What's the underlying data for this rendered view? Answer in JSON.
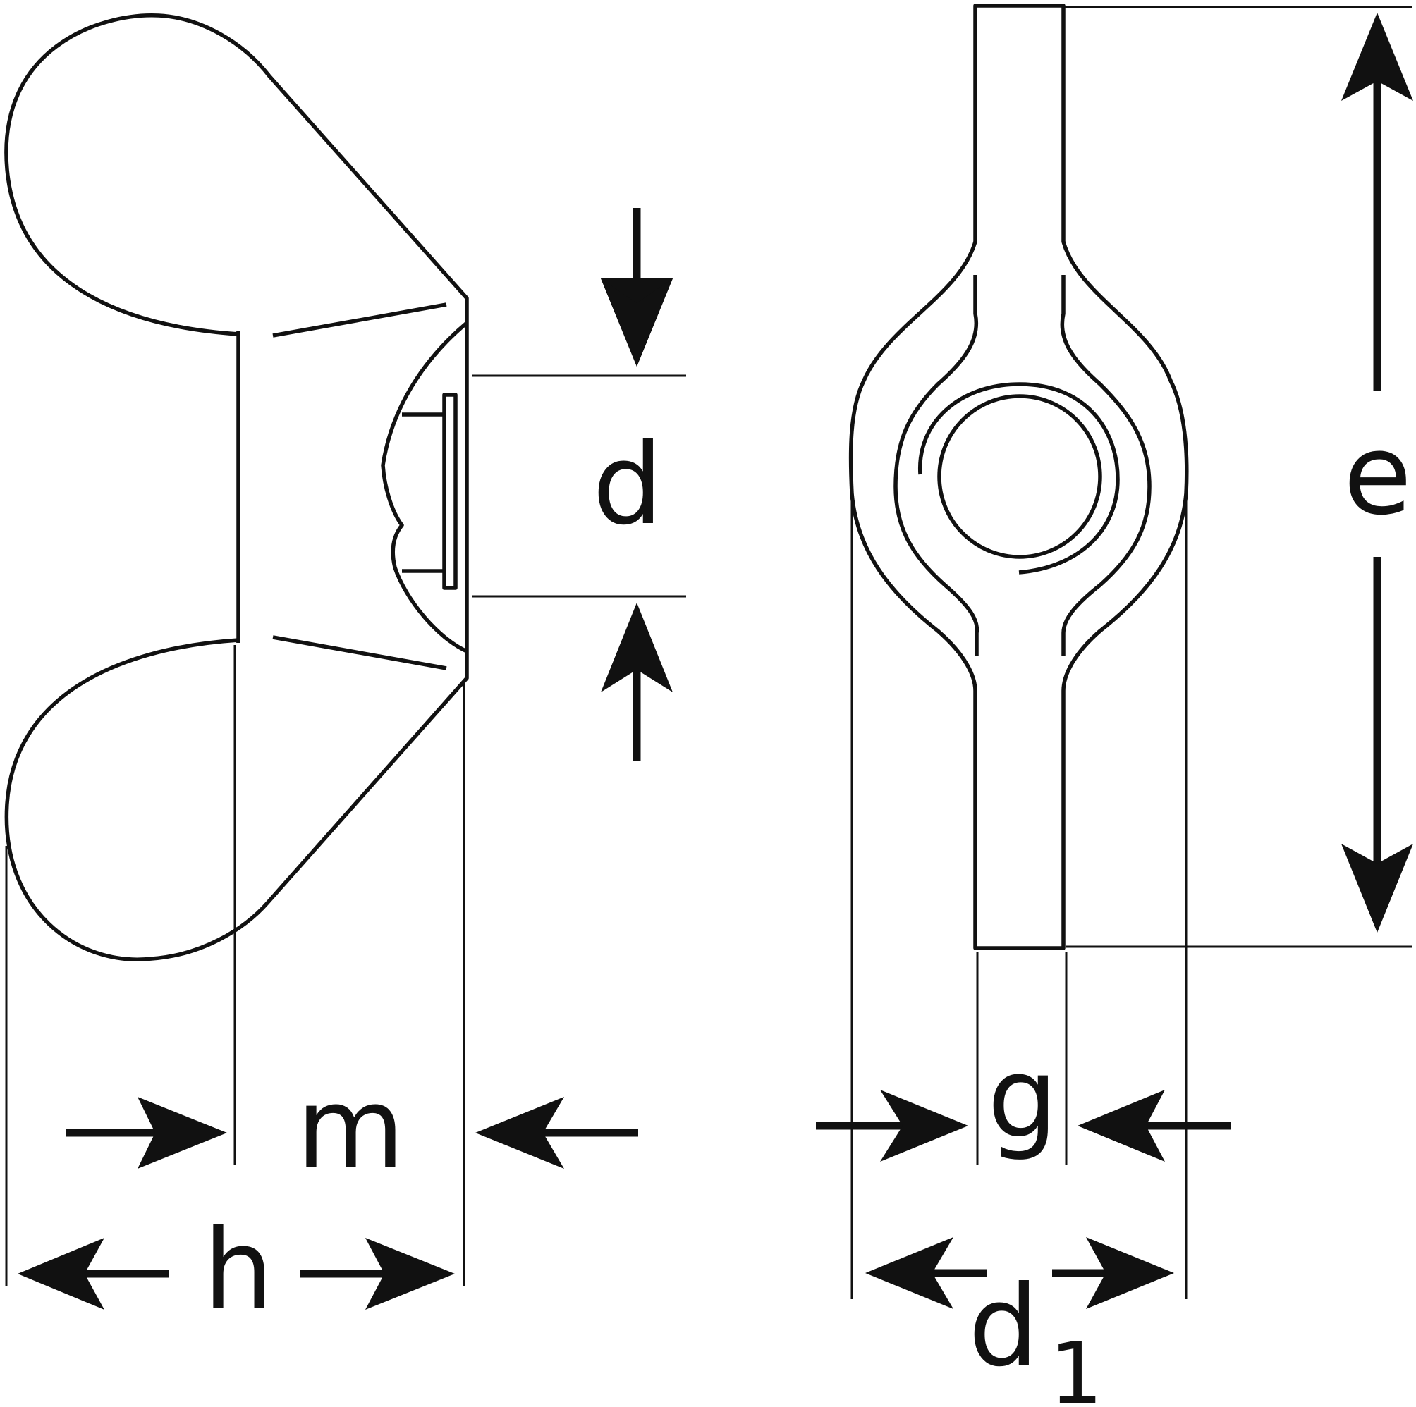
{
  "figure": {
    "description_free": true,
    "views": [
      "side-view",
      "front-view"
    ],
    "line_color": "#111111",
    "background_color": "#ffffff"
  },
  "labels": {
    "d": "d",
    "m": "m",
    "h": "h",
    "e": "e",
    "g": "g",
    "d1_base": "d",
    "d1_subscript": "1"
  }
}
